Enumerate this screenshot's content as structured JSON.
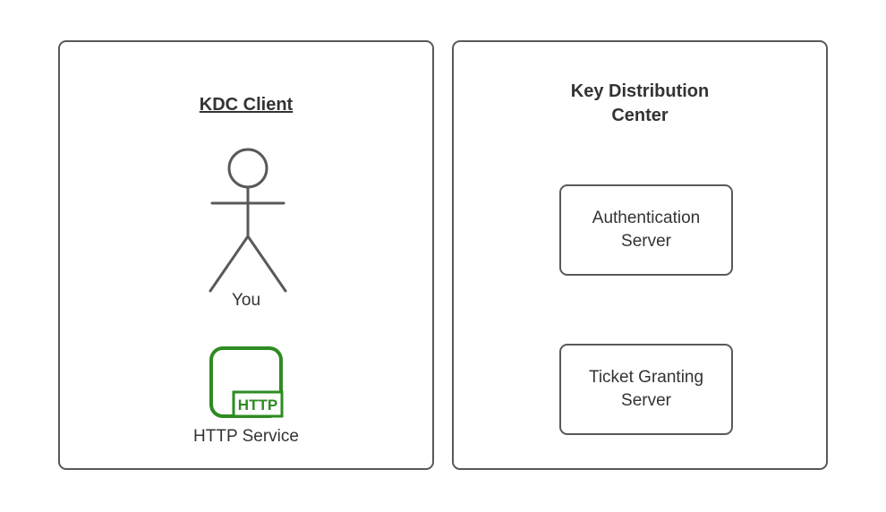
{
  "colors": {
    "outline": "#595959",
    "text": "#333333",
    "service_green": "#2e8b22",
    "background": "#ffffff"
  },
  "client_panel": {
    "title": "KDC Client",
    "actor_label": "You",
    "service_label": "HTTP Service",
    "service_badge": "HTTP"
  },
  "kdc_panel": {
    "title": "Key Distribution Center",
    "nodes": [
      {
        "label": "Authentication Server"
      },
      {
        "label": "Ticket Granting Server"
      }
    ]
  }
}
